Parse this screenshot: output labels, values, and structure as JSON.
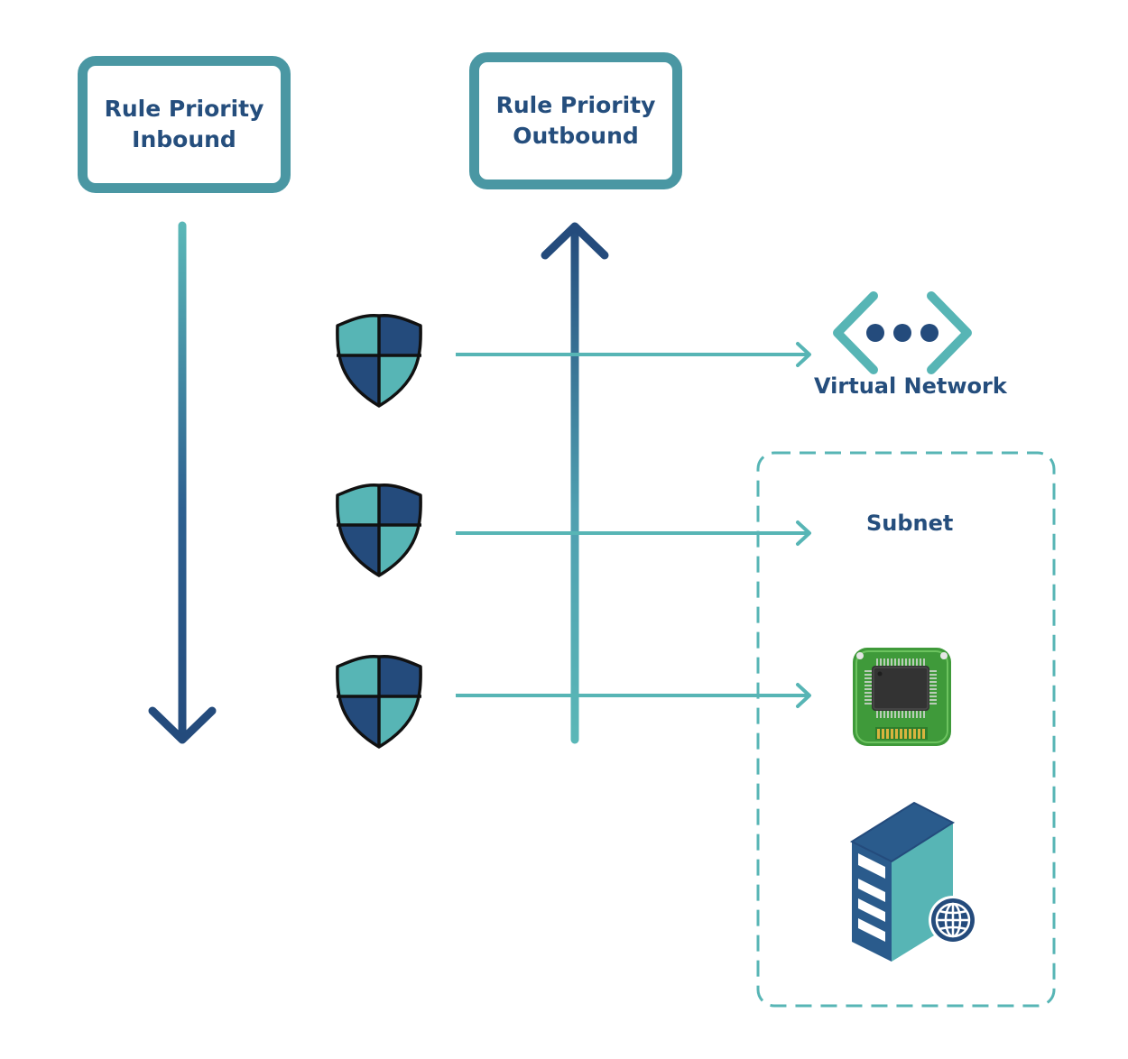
{
  "diagram": {
    "inbound_box": {
      "line1": "Rule Priority",
      "line2": "Inbound"
    },
    "outbound_box": {
      "line1": "Rule Priority",
      "line2": "Outbound"
    },
    "virtual_network_label": "Virtual Network",
    "subnet_label": "Subnet",
    "icons": {
      "shield": "shield-icon",
      "network": "virtual-network-icon",
      "chip": "network-interface-chip-icon",
      "server": "web-server-icon"
    },
    "colors": {
      "teal": "#57b5b5",
      "navy": "#254e7d",
      "box_border": "#4a97a3",
      "chip_green": "#3f9a3a"
    }
  }
}
